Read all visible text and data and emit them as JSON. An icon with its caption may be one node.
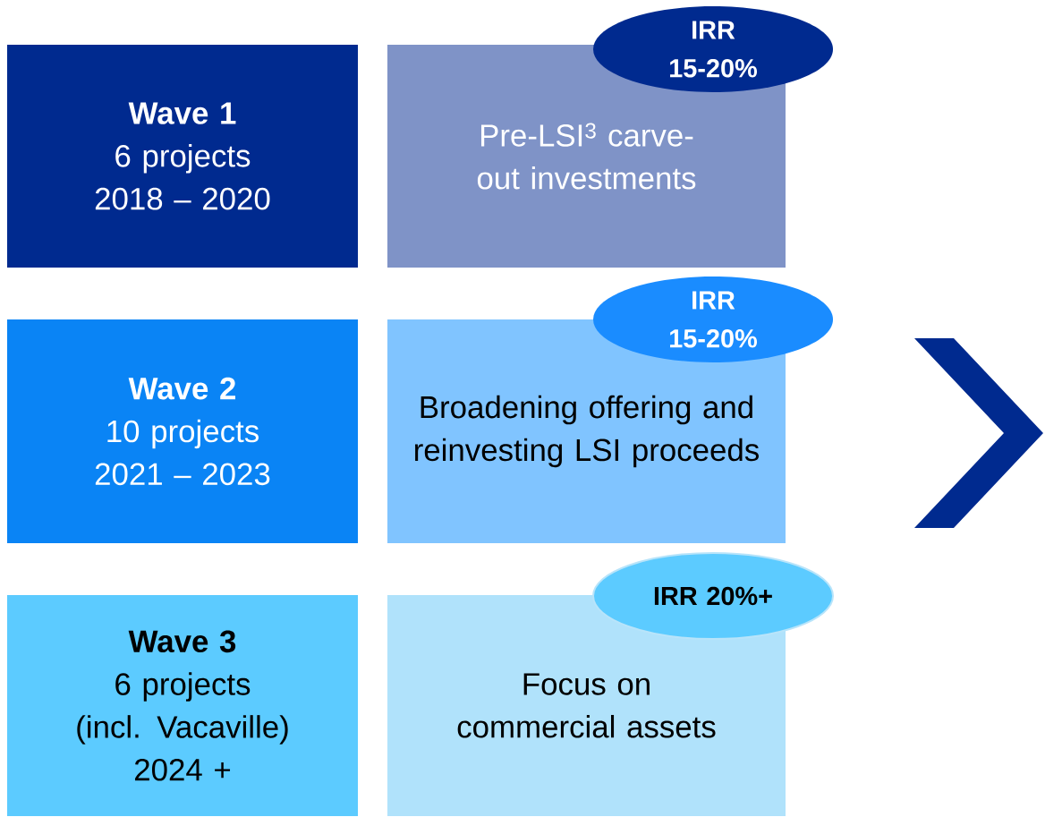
{
  "diagram": {
    "nodes": [
      {
        "text": [
          "Wave 1",
          "6 projects",
          "2018 – 2020"
        ]
      },
      {
        "text": [
          "IRR 15-20%"
        ]
      },
      {
        "text": [
          "Pre-LSI$^{3}$ carve-out investments"
        ]
      },
      {
        "text": [
          "Wave 2",
          "10 projects",
          "2021 – 2023"
        ]
      },
      {
        "text": [
          "IRR 15-20%"
        ]
      },
      {
        "text": [
          "Broadening offering and reinvesting LSI proceeds"
        ]
      },
      {
        "text": [
          "Wave 3",
          "6 projects",
          "(incl. Vacaville)",
          "2024 +"
        ]
      },
      {
        "text": [
          "IRR 20%+"
        ]
      },
      {
        "text": [
          "Focus on commercial assets"
        ]
      }
    ]
  }
}
